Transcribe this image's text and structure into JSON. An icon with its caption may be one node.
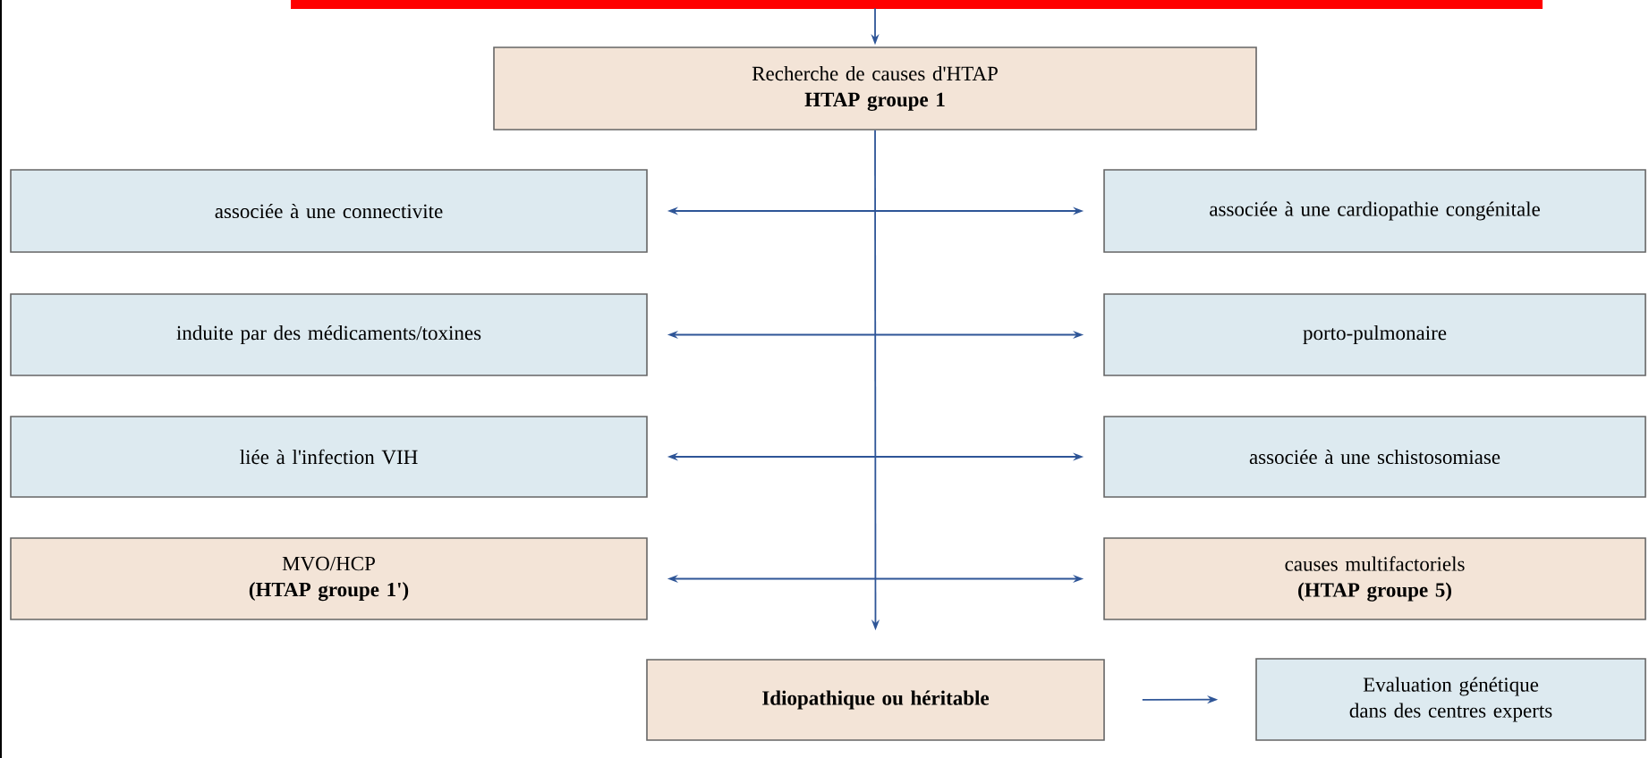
{
  "diagram": {
    "nodes": [
      {
        "text": [
          "Recherche de causes d'HTAP",
          "HTAP groupe 1"
        ]
      },
      {
        "text": [
          "associée à une connectivite"
        ]
      },
      {
        "text": [
          "associée à une cardiopathie congénitale"
        ]
      },
      {
        "text": [
          "induite par des médicaments/toxines"
        ]
      },
      {
        "text": [
          "porto-pulmonaire"
        ]
      },
      {
        "text": [
          "liée à l'infection VIH"
        ]
      },
      {
        "text": [
          "associée à une schistosomiase"
        ]
      },
      {
        "text": [
          "MVO/HCP",
          "(HTAP groupe 1')"
        ]
      },
      {
        "text": [
          "causes multifactoriels",
          "(HTAP groupe 5)"
        ]
      },
      {
        "text": [
          "Idiopathique ou héritable"
        ]
      },
      {
        "text": [
          "Evaluation génétique dans des centres experts"
        ]
      }
    ],
    "edges": [
      {
        "from": null,
        "to": 0,
        "arrow": "to"
      },
      {
        "from": 0,
        "to": 9,
        "arrow": "to"
      },
      {
        "from": 1,
        "to": 2,
        "arrow": "both"
      },
      {
        "from": 3,
        "to": 4,
        "arrow": "both"
      },
      {
        "from": 5,
        "to": 6,
        "arrow": "both"
      },
      {
        "from": 7,
        "to": 8,
        "arrow": "both"
      },
      {
        "from": 9,
        "to": 10,
        "arrow": "to"
      }
    ]
  }
}
